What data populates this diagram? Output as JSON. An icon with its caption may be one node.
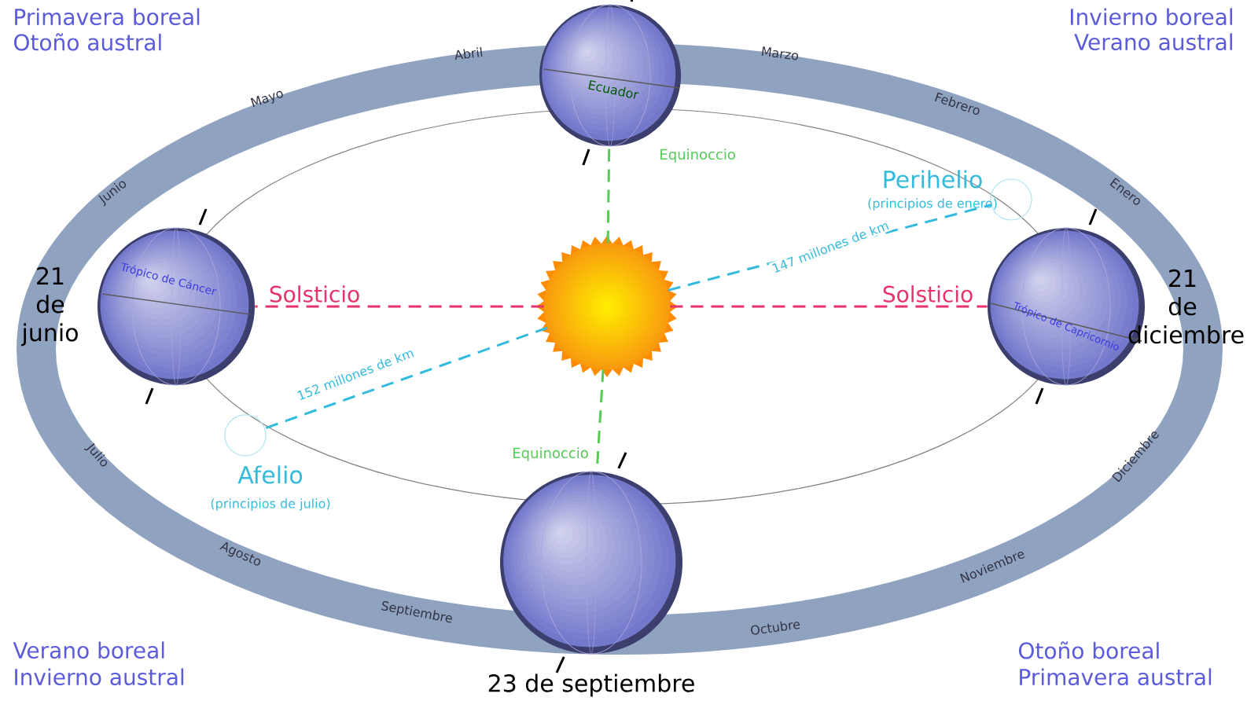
{
  "diagram": {
    "nodes": [
      {
        "text": [],
        "shape": "circle"
      },
      {
        "text": [
          "Ecuador"
        ]
      },
      {
        "text": [
          "Trópico de Cáncer"
        ],
        "beside": [
          "21 de junio"
        ]
      },
      {
        "text": [
          "Trópico de Capricornio"
        ],
        "beside": [
          "21 de diciembre"
        ]
      },
      {
        "text": [],
        "shape": "circle",
        "beside": [
          "23 de septiembre"
        ]
      },
      {
        "text": [],
        "shape": "circle",
        "beside": [
          "Perihelio",
          "(principios de enero)"
        ]
      },
      {
        "text": [],
        "shape": "circle",
        "beside": [
          "Afelio",
          "(principios de julio)"
        ]
      }
    ],
    "edges": [
      {
        "from": 0,
        "to": 1,
        "arrow": "none",
        "label": "Equinoccio",
        "style": "dashed",
        "color": "#55cc55"
      },
      {
        "from": 0,
        "to": 2,
        "arrow": "none",
        "label": "Solsticio",
        "style": "dashed",
        "color": "#e8336a"
      },
      {
        "from": 0,
        "to": 3,
        "arrow": "none",
        "label": "Solsticio",
        "style": "dashed",
        "color": "#e8336a"
      },
      {
        "from": 0,
        "to": 4,
        "arrow": "none",
        "label": "Equinoccio",
        "style": "dashed",
        "color": "#55cc55"
      },
      {
        "from": 0,
        "to": 5,
        "arrow": "none",
        "label": "147 millones de km",
        "style": "dashed",
        "color": "#33bbdd"
      },
      {
        "from": 0,
        "to": 6,
        "arrow": "none",
        "label": "152 millones de km",
        "style": "dashed",
        "color": "#33bbdd"
      }
    ],
    "labels": [
      "Primavera boreal",
      "Otoño austral",
      "Invierno boreal",
      "Verano austral",
      "Abril",
      "Marzo",
      "Mayo",
      "Febrero",
      "Junio",
      "Enero",
      "Julio",
      "Diciembre",
      "Agosto",
      "Noviembre",
      "Septiembre",
      "Octubre",
      "Verano boreal",
      "Invierno austral",
      "Otoño boreal",
      "Primavera austral"
    ]
  }
}
